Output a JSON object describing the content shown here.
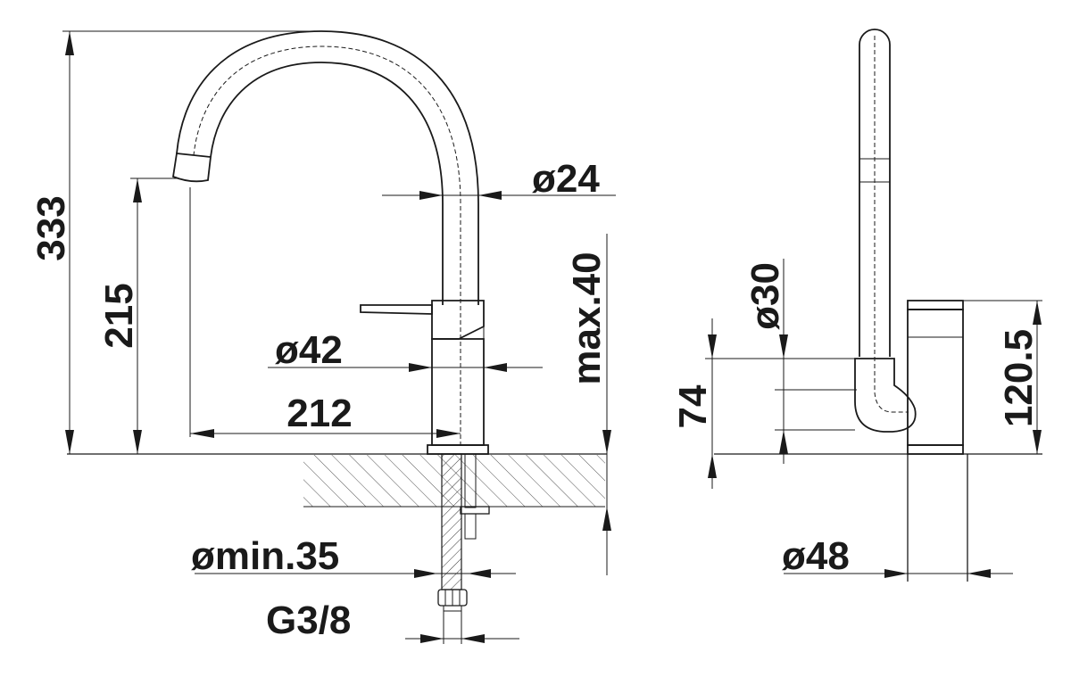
{
  "dimensions": {
    "d333": "333",
    "d215": "215",
    "d24": "ø24",
    "d42": "ø42",
    "dmax40": "max.40",
    "d212": "212",
    "dmin35": "ømin.35",
    "dG38": "G3/8",
    "d30": "ø30",
    "d74": "74",
    "d1205": "120.5",
    "d48": "ø48"
  }
}
